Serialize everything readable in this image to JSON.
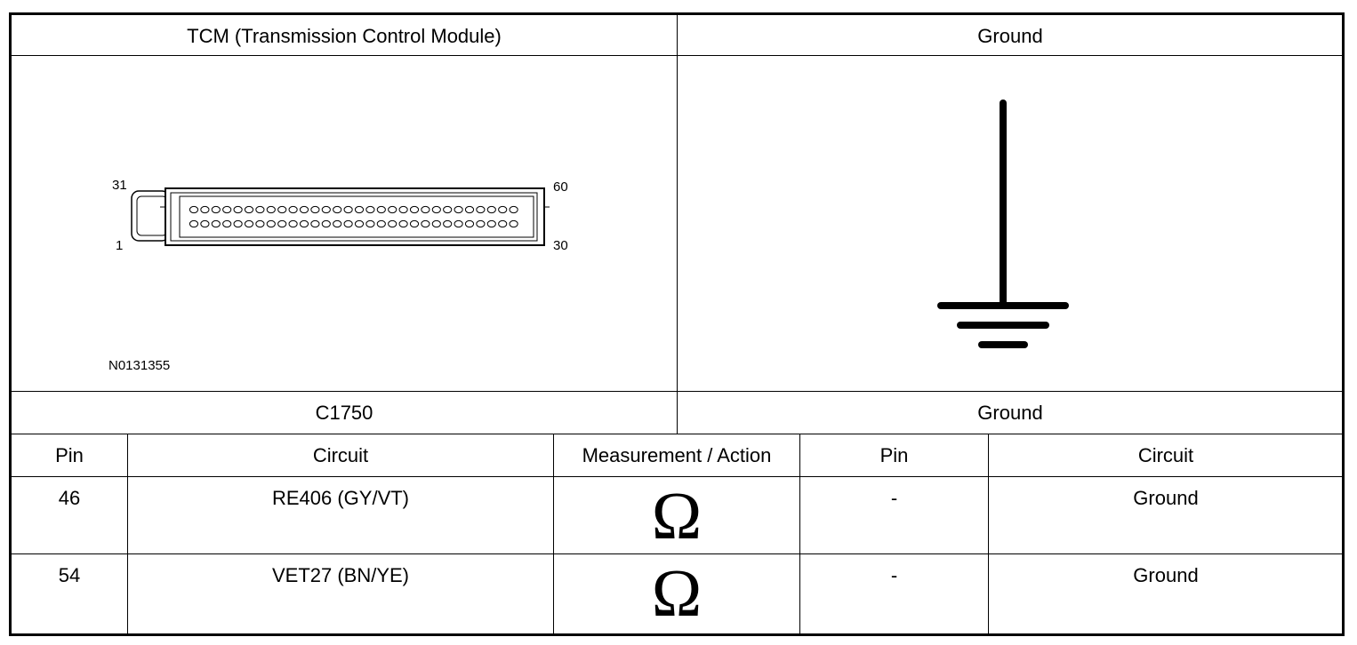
{
  "header": {
    "left_title": "TCM (Transmission Control Module)",
    "right_title": "Ground"
  },
  "connector": {
    "pin_top_left": "31",
    "pin_bottom_left": "1",
    "pin_top_right": "60",
    "pin_bottom_right": "30",
    "image_code": "N0131355"
  },
  "captions": {
    "left": "C1750",
    "right": "Ground"
  },
  "table": {
    "columns": [
      "Pin",
      "Circuit",
      "Measurement / Action",
      "Pin",
      "Circuit"
    ],
    "rows": [
      [
        "46",
        "RE406 (GY/VT)",
        "Ω",
        "-",
        "Ground"
      ],
      [
        "54",
        "VET27 (BN/YE)",
        "Ω",
        "-",
        "Ground"
      ]
    ]
  }
}
